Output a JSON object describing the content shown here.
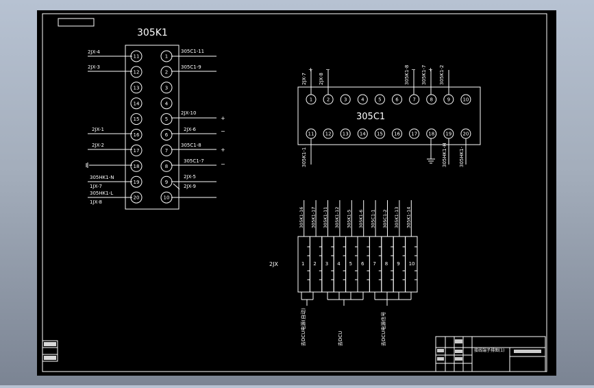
{
  "drawing": {
    "k1": {
      "title": "305K1",
      "left_numbers": [
        "11",
        "12",
        "13",
        "14",
        "15",
        "16",
        "17",
        "18",
        "19",
        "20"
      ],
      "right_numbers": [
        "1",
        "2",
        "3",
        "4",
        "5",
        "6",
        "7",
        "8",
        "9",
        "10"
      ],
      "left_labels": [
        "2JX-4",
        "2JX-3",
        "",
        "",
        "",
        "2JX-1",
        "2JX-2",
        "",
        "305HK1-N",
        "1JX-7",
        "305HK1-L",
        "1JX-8"
      ],
      "right_labels": [
        "305C1-11",
        "305C1-9",
        "",
        "",
        "2JX-10",
        "2JX-6",
        "305C1-8",
        "305C1-7",
        "2JX-5",
        "2JX-9"
      ],
      "polarity": [
        "+",
        "−",
        "+",
        "−"
      ]
    },
    "c1": {
      "title": "305C1",
      "top_numbers": [
        "1",
        "2",
        "3",
        "4",
        "5",
        "6",
        "7",
        "8",
        "9",
        "10"
      ],
      "bottom_numbers": [
        "11",
        "12",
        "13",
        "14",
        "15",
        "16",
        "17",
        "18",
        "19",
        "20"
      ],
      "top_labels": [
        "2JX-7",
        "2JX-8",
        "305K1-8",
        "305K1-7",
        "305K1-2"
      ],
      "top_polarity": [
        "+",
        "−",
        "−",
        "+"
      ],
      "bottom_labels": [
        "305K1-1",
        "305HK1-H",
        "305HK1-"
      ]
    },
    "jx": {
      "label": "2JX",
      "numbers": [
        "1",
        "2",
        "3",
        "4",
        "5",
        "6",
        "7",
        "8",
        "9",
        "10"
      ],
      "top_labels": [
        "305K1-16",
        "305K1-17",
        "305K1-11",
        "305K1-12",
        "305K1-5",
        "305K1-6",
        "305C1-1",
        "305C1-2",
        "305K1-13",
        "305K1-14"
      ],
      "bottom_labels": [
        "去DCU电源(自动)",
        "去DCU",
        "去DCU电源信号"
      ]
    },
    "title_block": {
      "main": "接线端子排图(1)"
    }
  }
}
